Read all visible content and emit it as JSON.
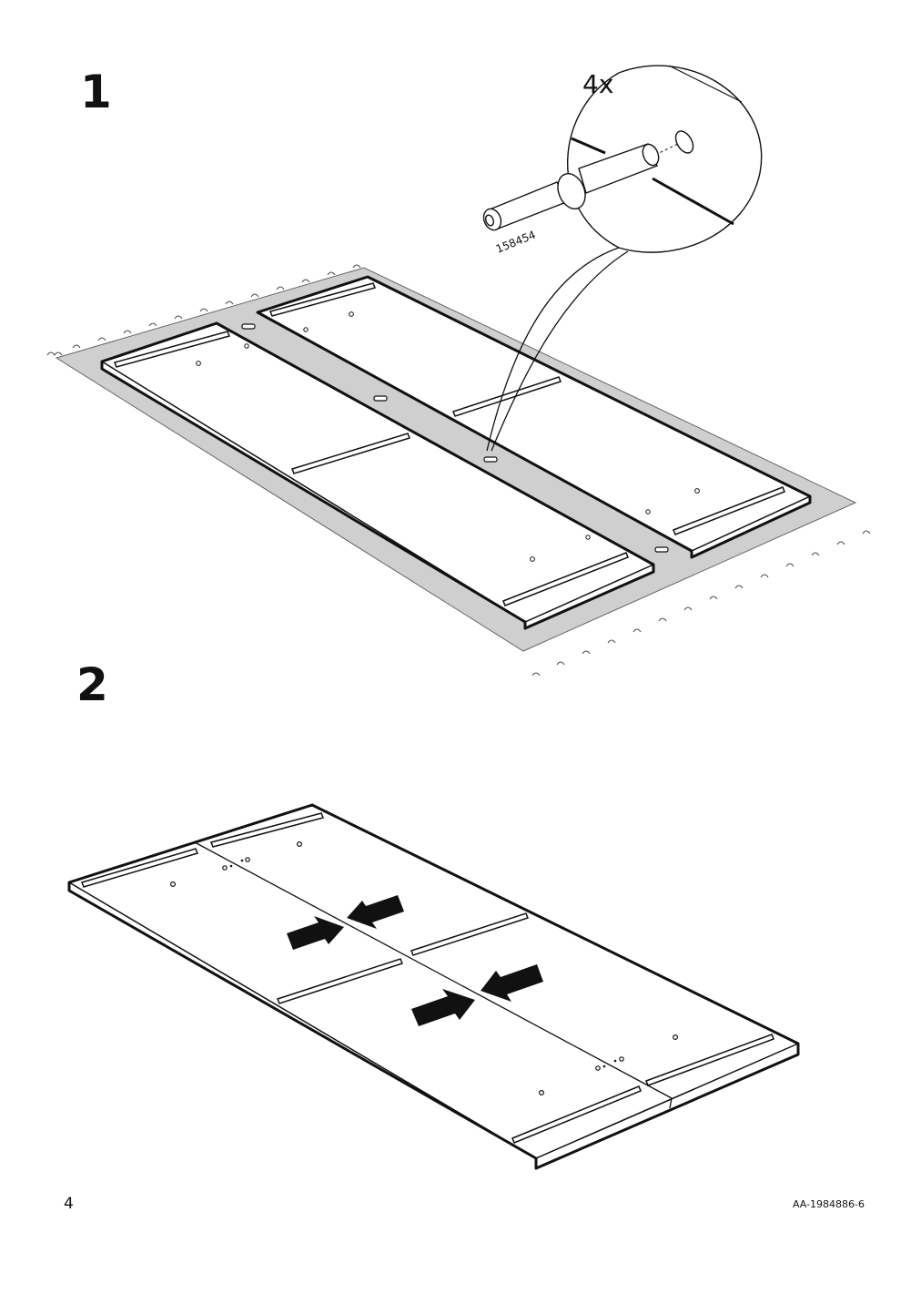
{
  "steps": [
    {
      "number": "1",
      "callout": {
        "quantity": "4x",
        "part_number": "158454"
      }
    },
    {
      "number": "2"
    }
  ],
  "footer": {
    "page_number": "4",
    "document_code": "AA-1984886-6"
  }
}
